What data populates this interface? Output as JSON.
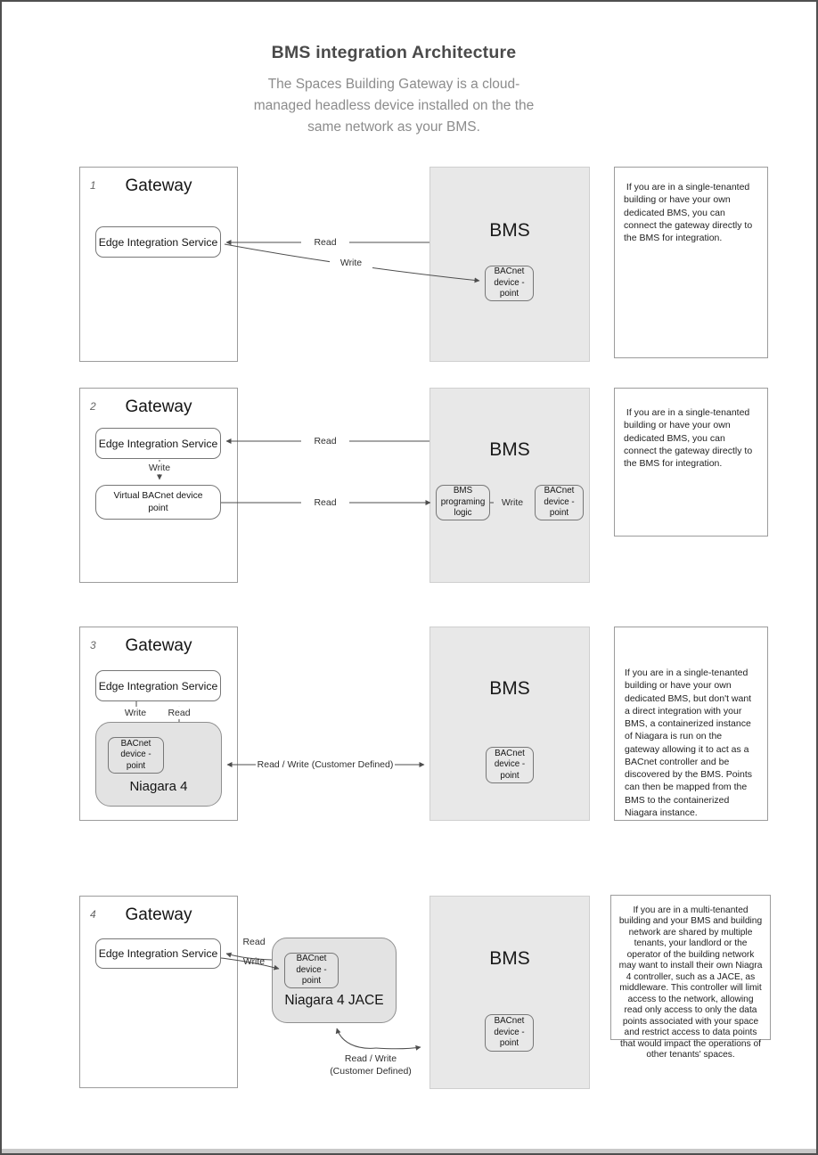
{
  "header": {
    "title": "BMS integration Architecture",
    "subtitle": "The Spaces Building Gateway is a cloud-\nmanaged headless device installed on the the\nsame network as your BMS."
  },
  "rows": [
    {
      "number": "1",
      "gateway": {
        "title": "Gateway",
        "eis": "Edge Integration Service"
      },
      "labels": {
        "read": "Read",
        "write": "Write"
      },
      "bms": {
        "title": "BMS",
        "bacnet_point": "BACnet\ndevice -\npoint"
      },
      "note": " If you are in a single-tenanted building or have your own dedicated BMS, you can connect the gateway directly to the BMS for integration."
    },
    {
      "number": "2",
      "gateway": {
        "title": "Gateway",
        "eis": "Edge Integration Service",
        "write": "Write",
        "virtual_point": "Virtual BACnet device\npoint"
      },
      "labels": {
        "read_top": "Read",
        "read_bottom": "Read",
        "write_mid": "Write"
      },
      "bms": {
        "title": "BMS",
        "logic": "BMS\nprograming\nlogic",
        "bacnet_point": "BACnet\ndevice -\npoint"
      },
      "note": " If you are in a single-tenanted building or have your own dedicated BMS, you can connect the gateway directly to the BMS for integration."
    },
    {
      "number": "3",
      "gateway": {
        "title": "Gateway",
        "eis": "Edge Integration Service",
        "write": "Write",
        "read": "Read",
        "niagara": "Niagara 4",
        "bacnet_point": "BACnet\ndevice -\npoint"
      },
      "labels": {
        "rw": "Read / Write (Customer Defined)"
      },
      "bms": {
        "title": "BMS",
        "bacnet_point": "BACnet\ndevice -\npoint"
      },
      "note": "If you are in a single-tenanted building or have your own dedicated BMS, but don't want a direct integration with your BMS, a containerized instance of Niagara is run on the gateway allowing it to act as a BACnet controller and be discovered by the BMS. Points can then be mapped from the BMS to the containerized Niagara instance."
    },
    {
      "number": "4",
      "gateway": {
        "title": "Gateway",
        "eis": "Edge Integration Service"
      },
      "middleware": {
        "title": "Niagara 4 JACE",
        "bacnet_point": "BACnet\ndevice -\npoint"
      },
      "labels": {
        "read": "Read",
        "write": "Write",
        "rw": "Read / Write\n(Customer Defined)"
      },
      "bms": {
        "title": "BMS",
        "bacnet_point": "BACnet\ndevice -\npoint"
      },
      "note": "If you are in a multi-tenanted building and your BMS and building network are shared by multiple tenants, your landlord or the operator of the building network may want to install their own Niagra 4 controller, such as a JACE, as middleware. This controller will limit access to the network, allowing read only access to only the data points associated with your space and restrict access to data points that would impact the operations of other tenants' spaces."
    }
  ],
  "colors": {
    "bms_fill": "#e8e8e8",
    "middleware_fill": "#e3e3e3",
    "arrow_line": "#4d4d4d",
    "title_text": "#4a4a4a",
    "subtitle_text": "#8c8c8c"
  }
}
